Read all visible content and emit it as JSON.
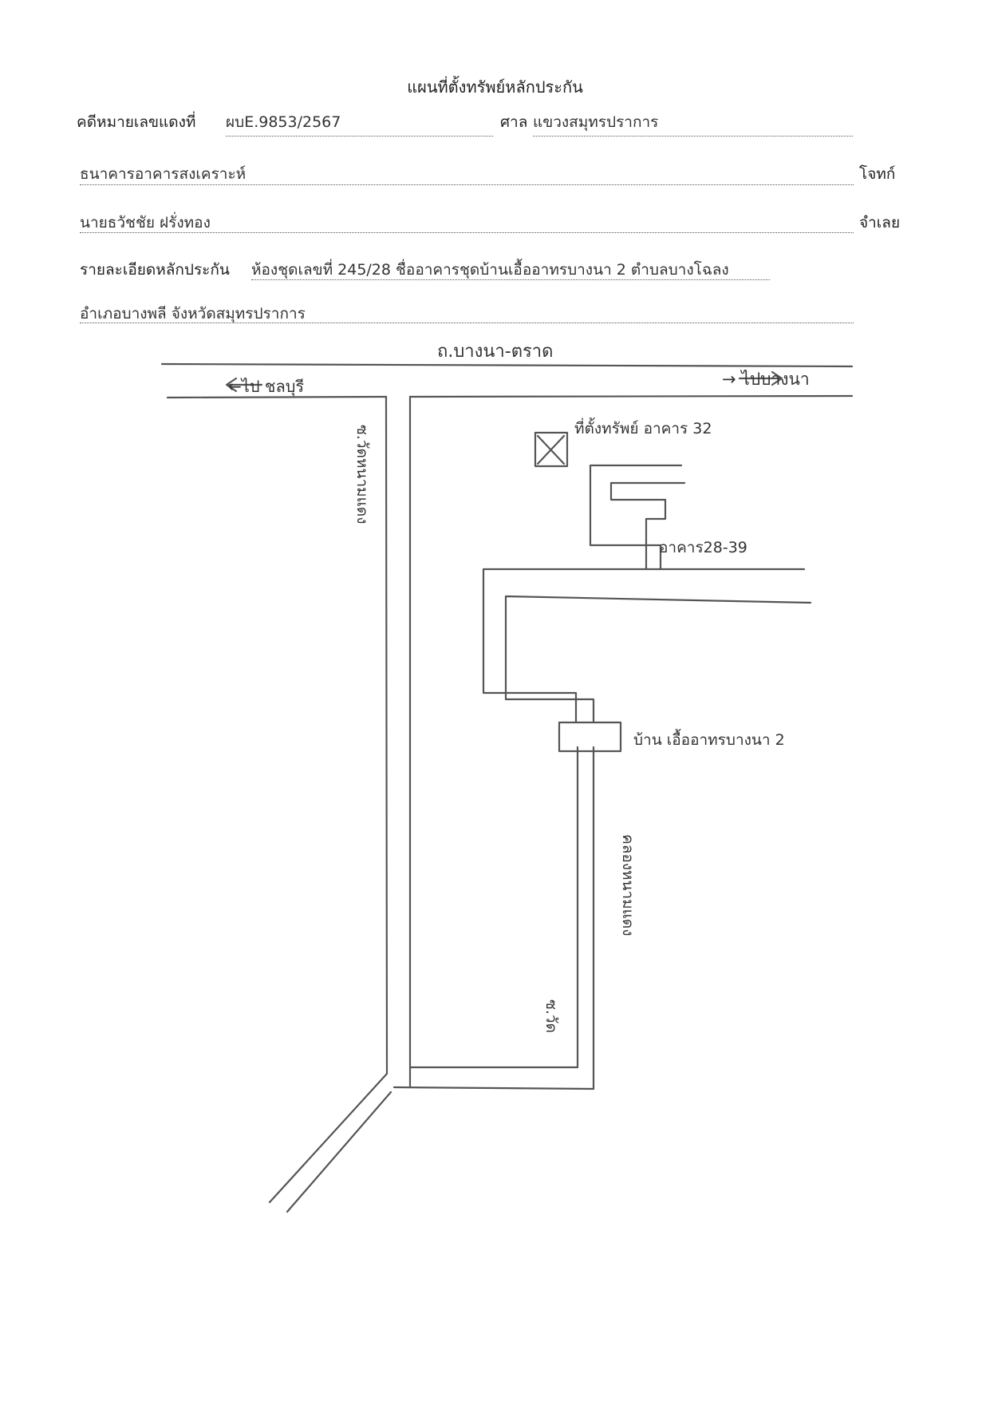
{
  "header": {
    "title": "แผนที่ตั้งทรัพย์หลักประกัน"
  },
  "form": {
    "case_label": "คดีหมายเลขแดงที่",
    "case_value": "ผบE.9853/2567",
    "court_label": "ศาล",
    "court_value": "แขวงสมุทรปราการ",
    "plaintiff_value": "ธนาคารอาคารสงเคราะห์",
    "plaintiff_label": "โจทก์",
    "defendant_value": "นายธวัชชัย ฝรั่งทอง",
    "defendant_label": "จำเลย",
    "collateral_label": "รายละเอียดหลักประกัน",
    "collateral_value_1": "ห้องชุดเลขที่ 245/28 ชื่ออาคารชุดบ้านเอื้ออาทรบางนา 2 ตำบลบางโฉลง",
    "collateral_value_2": "อำเภอบางพลี จังหวัดสมุทรปราการ"
  },
  "map": {
    "road_main": "ถ.บางนา-ตราด",
    "to_chonburi": "←ไป ชลบุรี",
    "to_bangna": "→ ไปบางนา",
    "soi_left": "ซ.วัดหนามแดง",
    "property_label": "ที่ตั้งทรัพย์ อาคาร 32",
    "building_range": "อาคาร28-39",
    "project_label": "บ้าน เอื้ออาทรบางนา 2",
    "canal_label": "คลองหนามแดง",
    "soi_bottom": "ซ.วัด"
  }
}
